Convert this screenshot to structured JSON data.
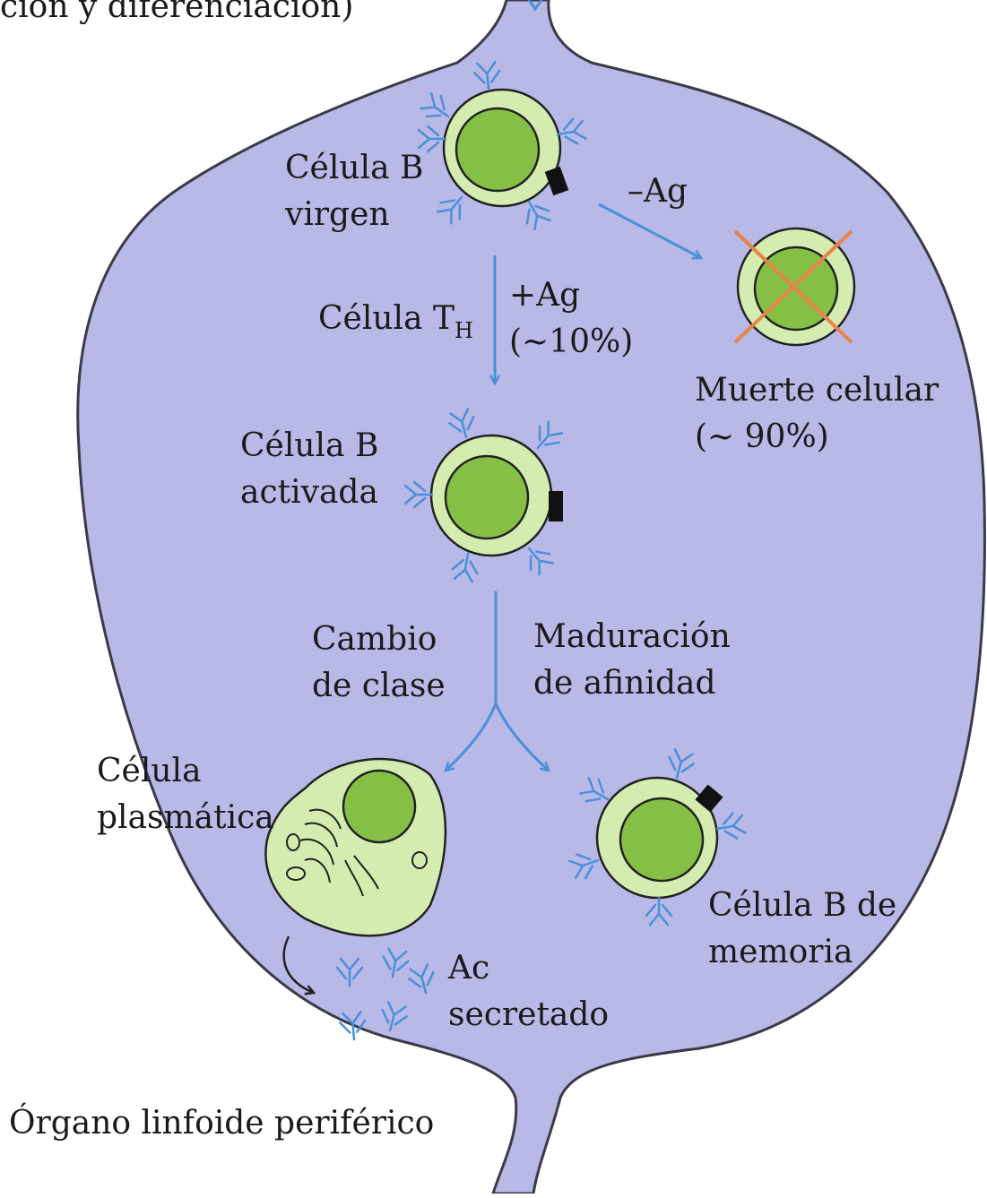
{
  "header_text": "ción y diferenciación)",
  "colors": {
    "organ": "#b9b9e8",
    "organ_stroke": "#3a3a48",
    "cytoplasm": "#d4ecb0",
    "nucleus": "#86bf46",
    "antibody": "#4a90d9",
    "arrow": "#4a90d9",
    "cross": "#e8844a",
    "antigen": "#111111"
  },
  "labels": {
    "naive_b": [
      "Célula B",
      "virgen"
    ],
    "minus_ag": "–Ag",
    "th_cell": {
      "main": "Célula T",
      "sub": "H"
    },
    "plus_ag": [
      "+Ag",
      "(~10%)"
    ],
    "cell_death": [
      "Muerte celular",
      "(~ 90%)"
    ],
    "activated_b": [
      "Célula B",
      "activada"
    ],
    "class_switch": [
      "Cambio",
      "de clase"
    ],
    "affinity_maturation": [
      "Maduración",
      "de afinidad"
    ],
    "plasma_cell": [
      "Célula",
      "plasmática"
    ],
    "memory_b": [
      "Célula B de",
      "memoria"
    ],
    "secreted_ab": [
      "Ac",
      "secretado"
    ],
    "organ_name": "Órgano linfoide periférico"
  }
}
